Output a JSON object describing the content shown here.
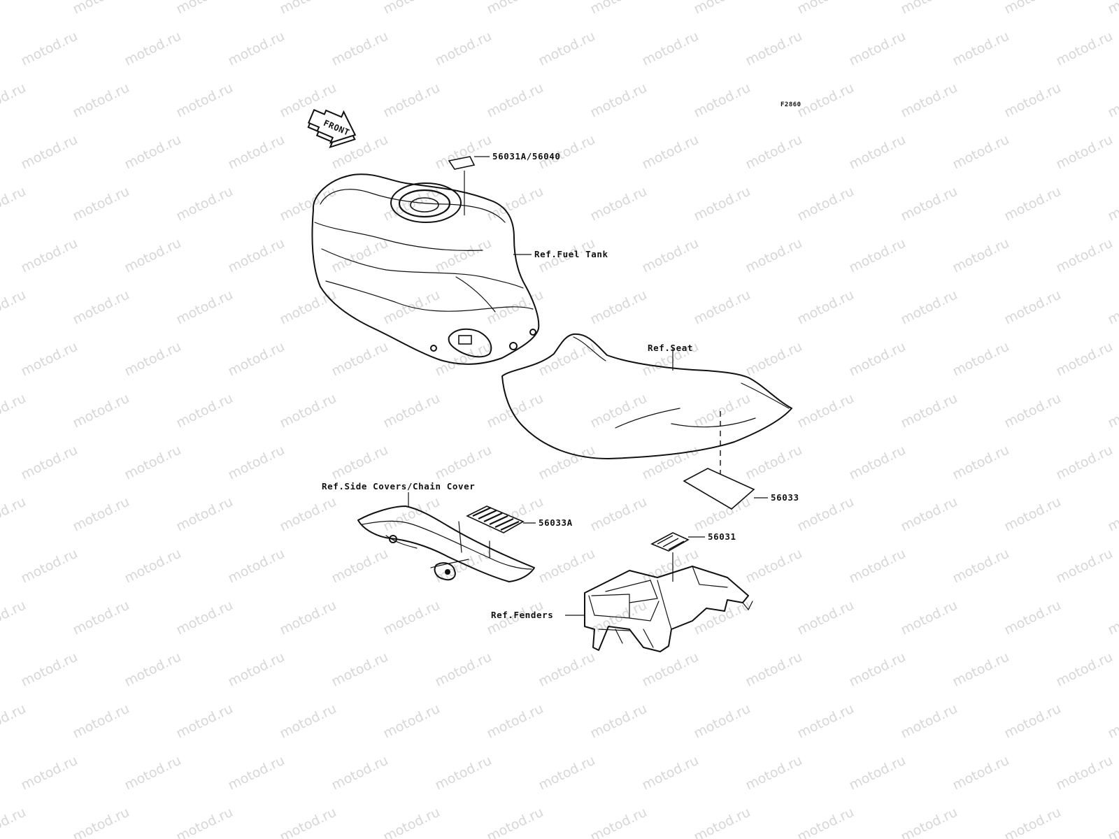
{
  "watermark": {
    "text": "motod.ru",
    "color": "#d7d7d7"
  },
  "figure_id": "F2860",
  "front_arrow": {
    "text": "FRONT",
    "icon": "front-direction-arrow-icon"
  },
  "callouts": [
    {
      "id": "fuel-tank-label-part",
      "text": "56031A/56040"
    },
    {
      "id": "ref-fuel-tank",
      "text": "Ref.Fuel Tank"
    },
    {
      "id": "ref-seat",
      "text": "Ref.Seat"
    },
    {
      "id": "seat-label-part",
      "text": "56033"
    },
    {
      "id": "ref-side-covers",
      "text": "Ref.Side Covers/Chain Cover"
    },
    {
      "id": "chain-cover-label-part",
      "text": "56033A"
    },
    {
      "id": "fender-label-part",
      "text": "56031"
    },
    {
      "id": "ref-fenders",
      "text": "Ref.Fenders"
    }
  ],
  "components": {
    "fuel_tank": "fuel-tank-icon",
    "seat": "seat-icon",
    "chain_cover": "chain-cover-icon",
    "rear_fender": "rear-fender-icon"
  }
}
